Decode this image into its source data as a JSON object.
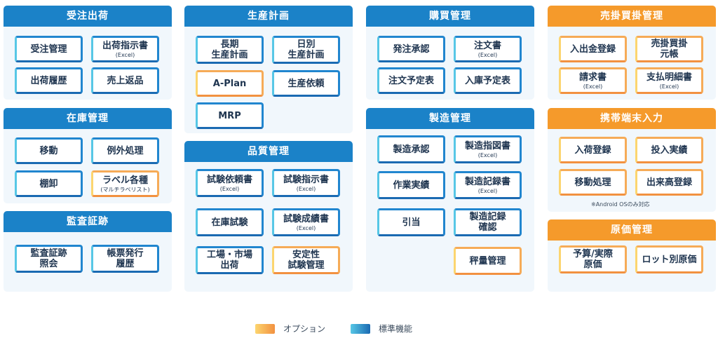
{
  "colors": {
    "standard": "#1b82c8",
    "option": "#f59a2b",
    "panel_bg": "#f1f7fc"
  },
  "sections": {
    "juchu": {
      "title": "受注出荷",
      "items": [
        {
          "label": "受注管理"
        },
        {
          "label": "出荷指示書",
          "sub": "(Excel)"
        },
        {
          "label": "出荷履歴"
        },
        {
          "label": "売上返品"
        }
      ]
    },
    "zaiko": {
      "title": "在庫管理",
      "items": [
        {
          "label": "移動"
        },
        {
          "label": "例外処理"
        },
        {
          "label": "棚卸"
        },
        {
          "label": "ラベル各種",
          "sub": "(マルチラベリスト)",
          "option": true
        }
      ]
    },
    "kansa": {
      "title": "監査証跡",
      "items": [
        {
          "label1": "監査証跡",
          "label2": "照会"
        },
        {
          "label1": "帳票発行",
          "label2": "履歴"
        }
      ]
    },
    "seisan": {
      "title": "生産計画",
      "items": [
        {
          "label1": "長期",
          "label2": "生産計画"
        },
        {
          "label1": "日別",
          "label2": "生産計画"
        },
        {
          "label": "A-Plan",
          "option": true
        },
        {
          "label": "生産依頼"
        },
        {
          "label": "MRP"
        }
      ]
    },
    "hinshitsu": {
      "title": "品質管理",
      "items": [
        {
          "label": "試験依頼書",
          "sub": "(Excel)"
        },
        {
          "label": "試験指示書",
          "sub": "(Excel)"
        },
        {
          "label": "在庫試験"
        },
        {
          "label": "試験成績書",
          "sub": "(Excel)"
        },
        {
          "label1": "工場・市場",
          "label2": "出荷"
        },
        {
          "label1": "安定性",
          "label2": "試験管理",
          "option": true
        }
      ]
    },
    "kobai": {
      "title": "購買管理",
      "items": [
        {
          "label": "発注承認"
        },
        {
          "label": "注文書",
          "sub": "(Excel)"
        },
        {
          "label": "注文予定表"
        },
        {
          "label": "入庫予定表"
        }
      ]
    },
    "seizo": {
      "title": "製造管理",
      "items": [
        {
          "label": "製造承認"
        },
        {
          "label": "製造指図書",
          "sub": "(Excel)"
        },
        {
          "label": "作業実績"
        },
        {
          "label": "製造記録書",
          "sub": "(Excel)"
        },
        {
          "label": "引当"
        },
        {
          "label1": "製造記録",
          "label2": "確認"
        },
        {
          "label": "秤量管理",
          "option": true
        }
      ]
    },
    "urikake": {
      "title": "売掛買掛管理",
      "items": [
        {
          "label": "入出金登録"
        },
        {
          "label1": "売掛買掛",
          "label2": "元帳"
        },
        {
          "label": "請求書",
          "sub": "(Excel)"
        },
        {
          "label": "支払明細書",
          "sub": "(Excel)"
        }
      ]
    },
    "keitai": {
      "title": "携帯端末入力",
      "items": [
        {
          "label": "入荷登録"
        },
        {
          "label": "投入実績"
        },
        {
          "label": "移動処理"
        },
        {
          "label": "出来高登録"
        }
      ],
      "note": "※Android OSのみ対応"
    },
    "genka": {
      "title": "原価管理",
      "items": [
        {
          "label1": "予算/実際",
          "label2": "原価"
        },
        {
          "label": "ロット別原価"
        }
      ]
    }
  },
  "legend": {
    "option_label": "オプション",
    "standard_label": "標準機能"
  }
}
